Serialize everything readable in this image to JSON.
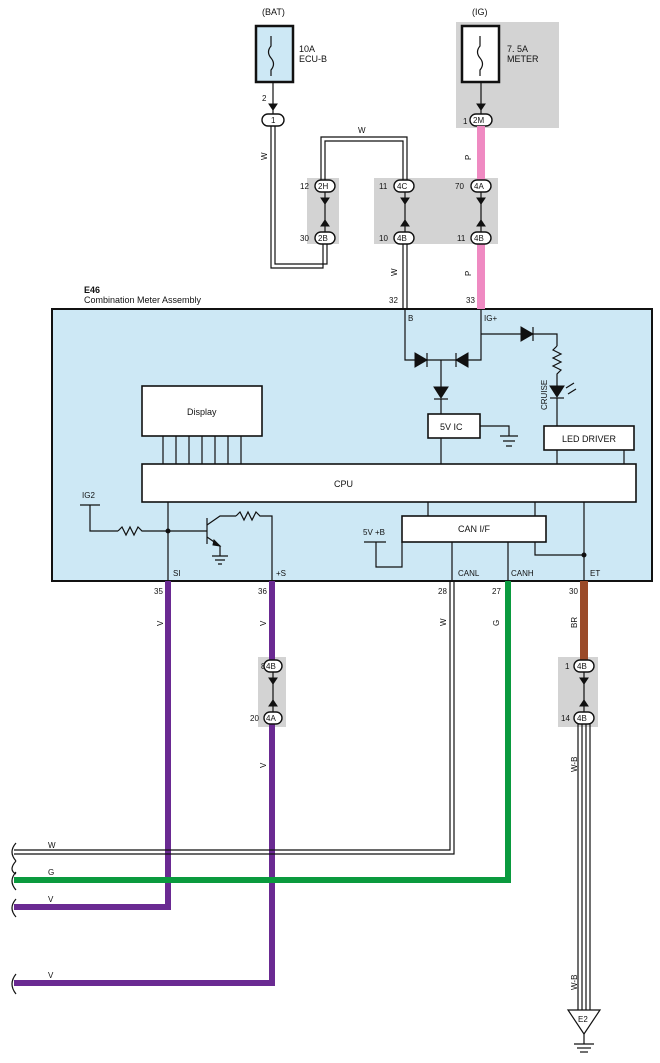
{
  "power": {
    "bat_label": "(BAT)",
    "bat_fuse_amp": "10A",
    "bat_fuse_name": "ECU-B",
    "bat_pin": "2",
    "bat_conn": "1",
    "ig_label": "(IG)",
    "ig_fuse_amp": "7. 5A",
    "ig_fuse_name": "METER",
    "ig_pin": "1",
    "ig_conn": "2M"
  },
  "junctions": {
    "j2h_pin": "12",
    "j2h": "2H",
    "j2b_pin": "30",
    "j2b": "2B",
    "j4c_pin": "11",
    "j4c": "4C",
    "j4b1_pin": "10",
    "j4b1": "4B",
    "j4a1_pin": "70",
    "j4a1": "4A",
    "j4b2_pin": "11",
    "j4b2": "4B",
    "j4b3_pin": "8",
    "j4b3": "4B",
    "j4a2_pin": "20",
    "j4a2": "4A",
    "j4b4_pin": "1",
    "j4b4": "4B",
    "j4b5_pin": "14",
    "j4b5": "4B"
  },
  "wires": {
    "w_top": "W",
    "w_left": "W",
    "w_mid": "W",
    "p_top": "P",
    "p_mid": "P",
    "si_v": "V",
    "s_v1": "V",
    "s_v2": "V",
    "canl_w": "W",
    "canh_g": "G",
    "et_br": "BR",
    "wb1": "W-B",
    "wb2": "W-B",
    "bus_w": "W",
    "bus_g": "G",
    "bus_v1": "V",
    "bus_v2": "V"
  },
  "meter": {
    "code": "E46",
    "name": "Combination Meter Assembly",
    "pin32": "32",
    "pin33": "33",
    "label_b": "B",
    "label_ig": "IG+",
    "display": "Display",
    "ic5v": "5V IC",
    "cruise": "CRUISE",
    "led_driver": "LED DRIVER",
    "cpu": "CPU",
    "ig2": "IG2",
    "v5b": "5V +B",
    "can_if": "CAN I/F",
    "si": "SI",
    "s_plus": "+S",
    "canl": "CANL",
    "canh": "CANH",
    "et": "ET",
    "pin35": "35",
    "pin36": "36",
    "pin28": "28",
    "pin27": "27",
    "pin30": "30"
  },
  "ground": {
    "label": "E2"
  },
  "colors": {
    "panel": "#cde8f5",
    "pink": "#ef8ac2",
    "violet": "#6a2a92",
    "green": "#0a9a3e",
    "brown": "#9a4a28",
    "gray": "#d3d3d3"
  }
}
